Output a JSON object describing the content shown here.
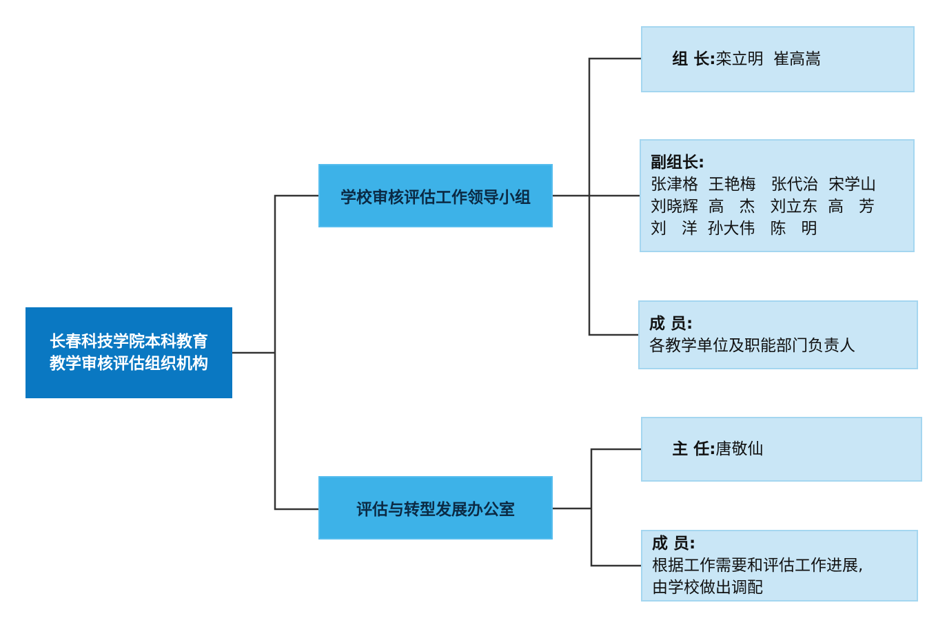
{
  "root": {
    "line1": "长春科技学院本科教育",
    "line2": "教学审核评估组织机构",
    "color": "#0a78c2"
  },
  "groups": {
    "leading": {
      "title": "学校审核评估工作领导小组",
      "leader": {
        "label": "组 长:",
        "names": "栾立明  崔高嵩"
      },
      "deputy": {
        "label": "副组长:",
        "rows": [
          "张津格  王艳梅   张代治  宋学山",
          "刘晓辉  高   杰   刘立东  高   芳",
          "刘   洋  孙大伟   陈   明"
        ]
      },
      "members": {
        "label": "成 员:",
        "text": "各教学单位及职能部门负责人"
      }
    },
    "office": {
      "title": "评估与转型发展办公室",
      "director": {
        "label": "主 任:",
        "names": "唐敬仙"
      },
      "members": {
        "label": "成 员:",
        "rows": [
          "根据工作需要和评估工作进展,",
          "由学校做出调配"
        ]
      }
    }
  },
  "colors": {
    "mid": "#3db2e8",
    "leaf": "#c9e6f6",
    "line": "#333333"
  }
}
